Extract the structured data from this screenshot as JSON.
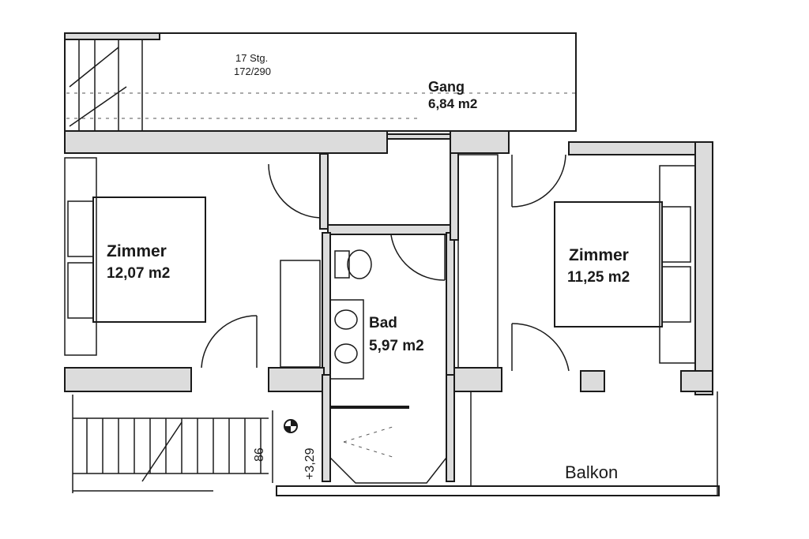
{
  "plan": {
    "stairs_top": {
      "steps": "17 Stg.",
      "dimensions": "172/290"
    },
    "rooms": {
      "gang": {
        "name": "Gang",
        "area": "6,84 m2"
      },
      "zimmer_left": {
        "name": "Zimmer",
        "area": "12,07 m2"
      },
      "zimmer_right": {
        "name": "Zimmer",
        "area": "11,25 m2"
      },
      "bad": {
        "name": "Bad",
        "area": "5,97 m2"
      },
      "balkon": {
        "name": "Balkon"
      }
    },
    "level": {
      "elevation": "+3,29",
      "dimension": "86"
    }
  }
}
